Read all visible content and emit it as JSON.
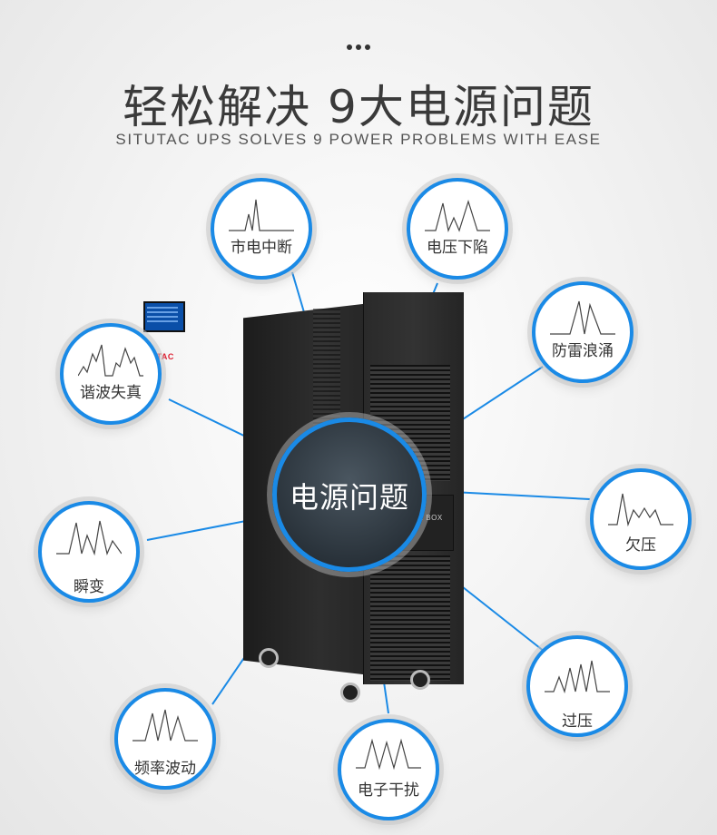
{
  "title": "轻松解决 9大电源问题",
  "subtitle": "SITUTAC UPS SOLVES 9 POWER PROBLEMS WITH EASE",
  "center_label": "电源问题",
  "product": {
    "brand": "SITUTAC",
    "battery_label": "BETTER  BOX"
  },
  "problems": [
    {
      "label": "市电中断"
    },
    {
      "label": "电压下陷"
    },
    {
      "label": "防雷浪涌"
    },
    {
      "label": "谐波失真"
    },
    {
      "label": "欠压"
    },
    {
      "label": "瞬变"
    },
    {
      "label": "过压"
    },
    {
      "label": "频率波动"
    },
    {
      "label": "电子干扰"
    }
  ],
  "colors": {
    "accent": "#1a8ae6",
    "title": "#3a3a3a",
    "center_bg": "#2a333b"
  }
}
